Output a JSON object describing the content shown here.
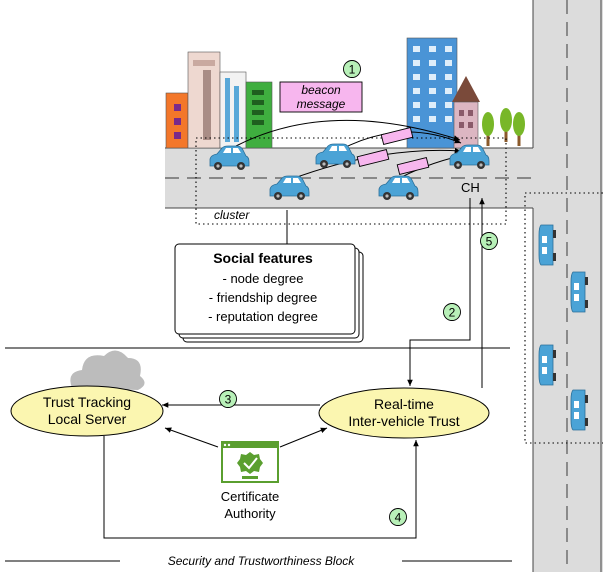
{
  "step_numbers": [
    "1",
    "2",
    "3",
    "4",
    "5"
  ],
  "labels": {
    "beacon_line1": "beacon",
    "beacon_line2": "message",
    "cluster_head": "CH",
    "cluster": "cluster",
    "social_features_title": "Social features",
    "social_features": [
      "- node degree",
      "- friendship degree",
      "- reputation degree"
    ],
    "trust_server_line1": "Trust Tracking",
    "trust_server_line2": "Local Server",
    "realtime_line1": "Real-time",
    "realtime_line2": "Inter-vehicle Trust",
    "ca_line1": "Certificate",
    "ca_line2": "Authority",
    "block_caption": "Security and Trustworthiness Block"
  },
  "colors": {
    "road": "#dcdcdc",
    "car": "#4ba3d6",
    "message": "#f7b6ee",
    "step_badge": "#b8f0b8",
    "node_fill": "#fbf6b0",
    "cert_green": "#5a9f2f",
    "cloud": "#bcbcbc"
  }
}
